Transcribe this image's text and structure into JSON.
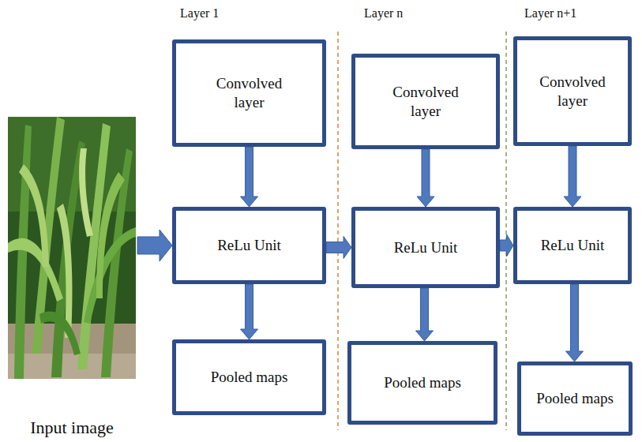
{
  "diagram": {
    "nodes": [
      {
        "text": [
          "Input image"
        ]
      },
      {
        "text": [
          "Convolved layer"
        ]
      },
      {
        "text": [
          "ReLu Unit"
        ]
      },
      {
        "text": [
          "Pooled maps"
        ]
      },
      {
        "text": [
          "Convolved layer"
        ]
      },
      {
        "text": [
          "ReLu Unit"
        ]
      },
      {
        "text": [
          "Pooled maps"
        ]
      },
      {
        "text": [
          "Convolved layer"
        ]
      },
      {
        "text": [
          "ReLu Unit"
        ]
      },
      {
        "text": [
          "Pooled maps"
        ]
      }
    ],
    "edges": [
      {
        "from": 0,
        "to": 2,
        "arrow": "to"
      },
      {
        "from": 1,
        "to": 2,
        "arrow": "to"
      },
      {
        "from": 2,
        "to": 3,
        "arrow": "to"
      },
      {
        "from": 2,
        "to": 5,
        "arrow": "to"
      },
      {
        "from": 4,
        "to": 5,
        "arrow": "to"
      },
      {
        "from": 5,
        "to": 6,
        "arrow": "to"
      },
      {
        "from": 5,
        "to": 8,
        "arrow": "to"
      },
      {
        "from": 7,
        "to": 8,
        "arrow": "to"
      },
      {
        "from": 8,
        "to": 9,
        "arrow": "to"
      }
    ],
    "labels": [
      "Layer 1",
      "Layer n",
      "Layer n+1"
    ]
  }
}
